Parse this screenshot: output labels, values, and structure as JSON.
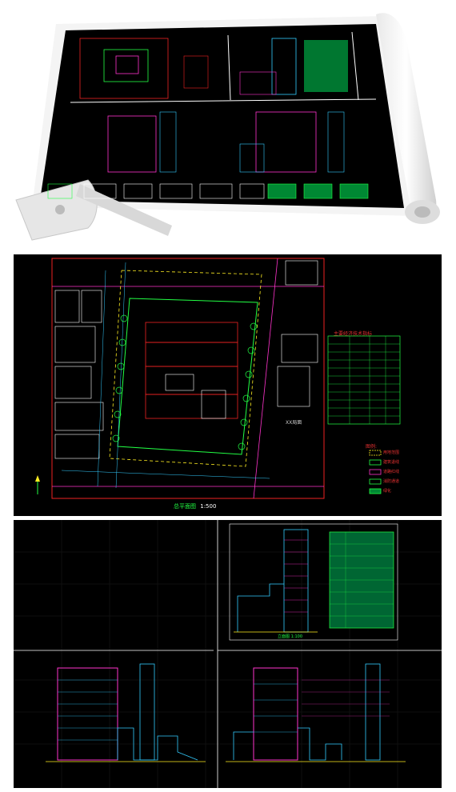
{
  "site_plan": {
    "title": "总平面图",
    "scale": "1:500",
    "neighbor_label": "XX局面",
    "table_title": "主要经济技术指标",
    "legend_title": "图例:",
    "legend_items": [
      "用地范围",
      "建筑退线",
      "道路红线",
      "消防通道",
      "绿化"
    ]
  },
  "elevation_label": "立面图 1:100",
  "colors": {
    "background": "#000000",
    "red": "#ff2a2a",
    "green": "#22ff44",
    "cyan": "#33ccff",
    "magenta": "#ff33cc",
    "yellow": "#ffee22"
  }
}
